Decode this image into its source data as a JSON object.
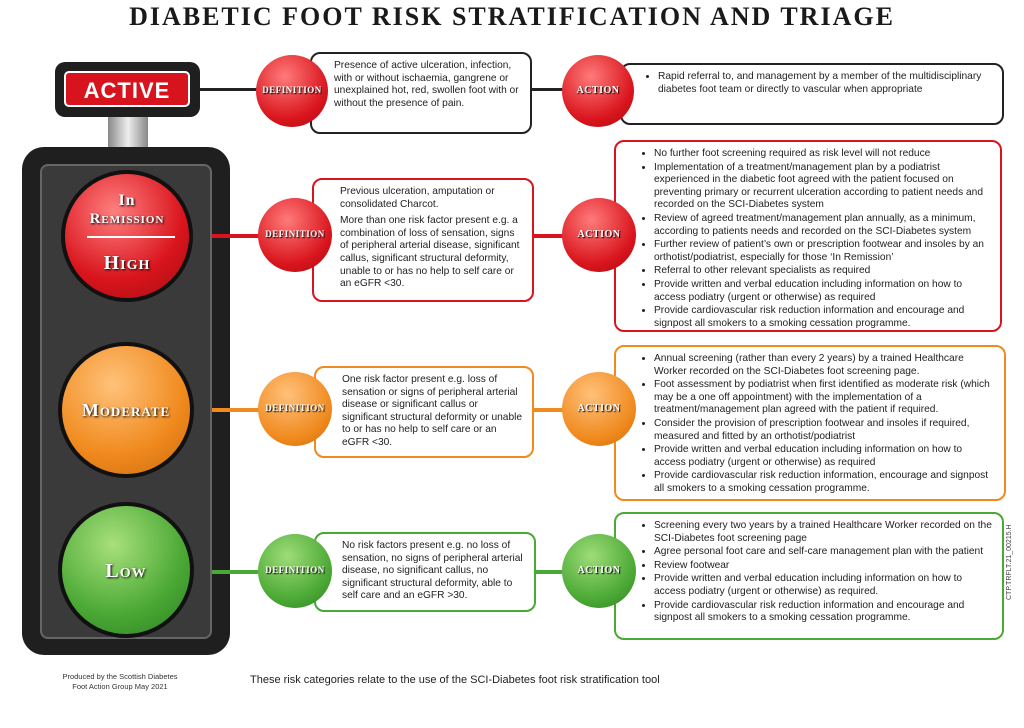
{
  "title": "Diabetic Foot Risk Stratification and Triage",
  "traffic_light": {
    "active": "ACTIVE",
    "in_remission_line1": "In",
    "in_remission_line2": "Remission",
    "high": "High",
    "moderate": "Moderate",
    "low": "Low"
  },
  "labels": {
    "definition": "Definition",
    "action": "Action"
  },
  "rows": {
    "active": {
      "definition": [
        "Presence of active ulceration, infection, with or without ischaemia, gangrene or unexplained hot, red, swollen foot with or without the presence of pain."
      ],
      "actions": [
        "Rapid referral to, and management by a  member of the multidisciplinary diabetes foot team or directly to vascular when appropriate"
      ]
    },
    "high": {
      "definition": [
        "Previous ulceration, amputation or consolidated Charcot.",
        "More than one risk factor present e.g. a combination of loss of sensation, signs of peripheral arterial disease, significant callus, significant structural deformity, unable to or has no help to self care or an eGFR <30."
      ],
      "actions": [
        "No further foot screening required as risk level will not reduce",
        "Implementation of a treatment/management plan by a podiatrist experienced in the diabetic foot agreed with the patient focused on preventing primary or recurrent ulceration according to patient needs and recorded on the SCI-Diabetes system",
        "Review of agreed treatment/management plan annually, as a minimum, according to patients needs and recorded on the SCI-Diabetes system",
        "Further review of patient’s own or prescription footwear and insoles by an orthotist/podiatrist, especially for those ‘In Remission’",
        "Referral to other relevant specialists as required",
        "Provide written and verbal education including information on how to access podiatry (urgent or otherwise) as required",
        "Provide cardiovascular risk reduction information and encourage and signpost all smokers to a smoking cessation programme."
      ]
    },
    "moderate": {
      "definition": [
        "One risk factor present e.g. loss of sensation or signs of peripheral arterial disease or significant callus or significant structural deformity or unable to or has no help to self care or an eGFR <30."
      ],
      "actions": [
        "Annual screening (rather than every 2 years) by a trained Healthcare Worker recorded on the SCI-Diabetes foot screening page.",
        "Foot assessment by podiatrist when first identified as moderate risk (which may be a one off appointment) with the implementation of a treatment/management plan agreed with the patient if required.",
        "Consider the provision of prescription footwear and insoles if required, measured and fitted by an orthotist/podiatrist",
        "Provide written and verbal education including information on how to access podiatry (urgent or otherwise) as required",
        "Provide cardiovascular risk reduction information, encourage and signpost all smokers to a smoking cessation programme."
      ]
    },
    "low": {
      "definition": [
        "No risk factors present e.g. no loss of sensation, no signs of peripheral arterial disease, no significant callus, no significant structural deformity, able to self care and an eGFR >30."
      ],
      "actions": [
        "Screening every two years by a trained Healthcare Worker recorded on the SCI-Diabetes foot screening page",
        "Agree personal foot care and self-care management plan with the patient",
        "Review footwear",
        "Provide written and verbal education including information on how to access podiatry (urgent or otherwise) as required.",
        "Provide cardiovascular risk reduction information and encourage and signpost all smokers to a smoking cessation programme."
      ]
    }
  },
  "footer": {
    "produced_line1": "Produced by the Scottish Diabetes",
    "produced_line2": "Foot Action Group May 2021",
    "note": "These risk categories relate to the use of the SCI-Diabetes foot risk stratification tool",
    "code": "CTP.TRFLT.21_00215.H"
  },
  "colors": {
    "red": "#d9141c",
    "orange": "#f08a1e",
    "green": "#4aa834",
    "dark": "#1f1f1f"
  }
}
